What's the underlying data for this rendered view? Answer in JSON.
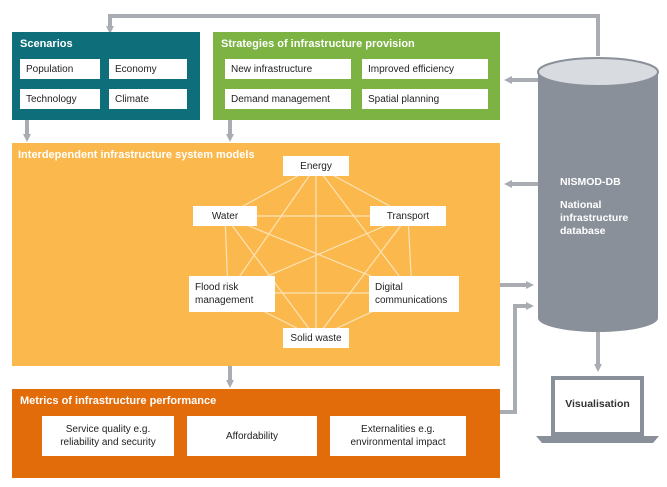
{
  "scenarios": {
    "title": "Scenarios",
    "items": [
      "Population",
      "Economy",
      "Technology",
      "Climate"
    ]
  },
  "strategies": {
    "title": "Strategies of infrastructure provision",
    "items": [
      "New infrastructure",
      "Improved efficiency",
      "Demand management",
      "Spatial planning"
    ]
  },
  "models": {
    "title": "Interdependent infrastructure system models",
    "nodes": {
      "energy": "Energy",
      "water": "Water",
      "transport": "Transport",
      "flood_line1": "Flood risk",
      "flood_line2": "management",
      "digital_line1": "Digital",
      "digital_line2": "communications",
      "solid_waste": "Solid waste"
    }
  },
  "metrics": {
    "title": "Metrics of infrastructure  performance",
    "item1_line1": "Service quality e.g.",
    "item1_line2": "reliability and security",
    "item2": "Affordability",
    "item3_line1": "Externalities e.g.",
    "item3_line2": "environmental impact"
  },
  "database": {
    "name": "NISMOD-DB",
    "line1": "National",
    "line2": "infrastructure",
    "line3": "database"
  },
  "visualisation": {
    "label": "Visualisation"
  },
  "colors": {
    "scenarios": "#0e6f7a",
    "strategies": "#7cb342",
    "models": "#fbb84c",
    "metrics": "#e36c0a",
    "database": "#8a9099",
    "arrow": "#a9adb3"
  }
}
